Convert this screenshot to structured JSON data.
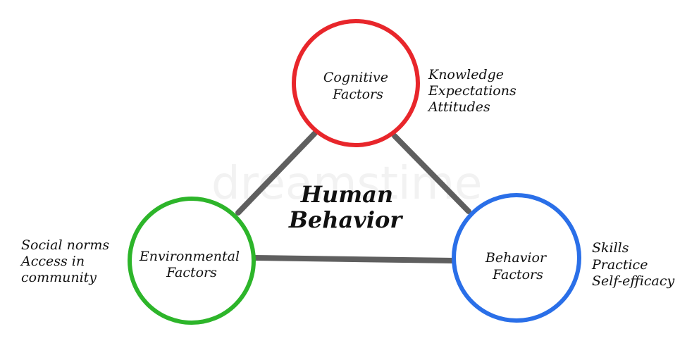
{
  "diagram": {
    "center": {
      "lines": [
        "Human",
        "Behavior"
      ]
    },
    "nodes": [
      {
        "id": "cognitive",
        "lines": [
          "Cognitive",
          "Factors"
        ],
        "color": "#e8262b",
        "items": [
          "Knowledge",
          "Expectations",
          "Attitudes"
        ]
      },
      {
        "id": "environmental",
        "lines": [
          "Environmental",
          "Factors"
        ],
        "color": "#2db52a",
        "items": [
          "Social norms",
          "Access in",
          "community"
        ]
      },
      {
        "id": "behavior",
        "lines": [
          "Behavior",
          "Factors"
        ],
        "color": "#2a6fe8",
        "items": [
          "Skills",
          "Practice",
          "Self-efficacy"
        ]
      }
    ],
    "connector_color": "#5f5f5f",
    "watermark": "dreamstime"
  }
}
